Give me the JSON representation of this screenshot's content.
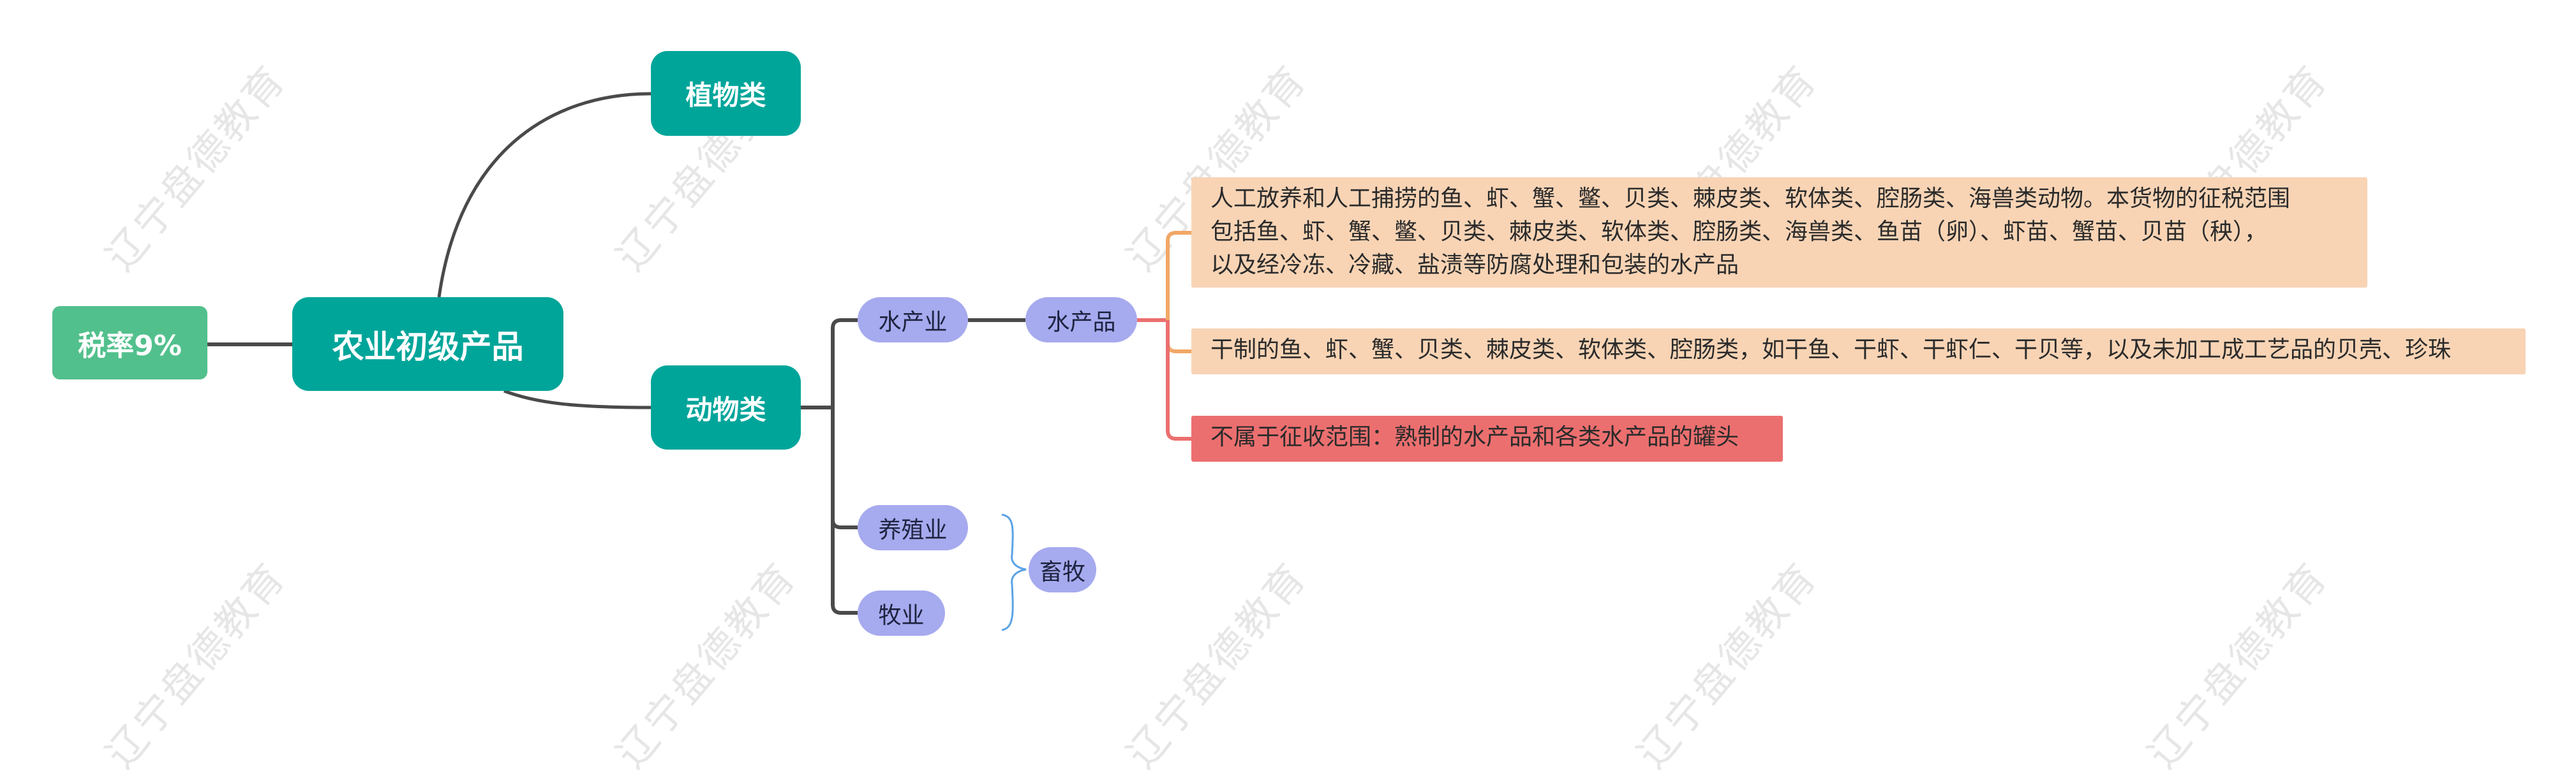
{
  "watermark": "辽宁盘德教育",
  "root": {
    "label": "农业初级产品"
  },
  "tax_rate": {
    "label": "税率9%"
  },
  "branches": {
    "plant": {
      "label": "植物类"
    },
    "animal": {
      "label": "动物类"
    }
  },
  "animal_children": {
    "aquaculture": {
      "label": "水产业"
    },
    "breeding": {
      "label": "养殖业"
    },
    "herding": {
      "label": "牧业"
    }
  },
  "aquatic_product": {
    "label": "水产品"
  },
  "livestock_summary": {
    "label": "畜牧"
  },
  "details": [
    {
      "lines": [
        "人工放养和人工捕捞的鱼、虾、蟹、鳖、贝类、棘皮类、软体类、腔肠类、海兽类动物。本货物的征税范围",
        "包括鱼、虾、蟹、鳖、贝类、棘皮类、软体类、腔肠类、海兽类、鱼苗（卵）、虾苗、蟹苗、贝苗（秧），",
        "以及经冷冻、冷藏、盐渍等防腐处理和包装的水产品"
      ],
      "color": "#f8d4b5"
    },
    {
      "lines": [
        "干制的鱼、虾、蟹、贝类、棘皮类、软体类、腔肠类，如干鱼、干虾、干虾仁、干贝等，以及未加工成工艺品的贝壳、珍珠"
      ],
      "color": "#f8d4b5"
    },
    {
      "lines": [
        "不属于征收范围：熟制的水产品和各类水产品的罐头"
      ],
      "color": "#ec6f6f"
    }
  ],
  "colors": {
    "primary_node": "#00a59a",
    "tax_node": "#52c08c",
    "sub_node": "#a6aaee",
    "detail_peach": "#f8d4b5",
    "detail_red": "#ec6f6f",
    "connector_dark": "#4a4a4a",
    "connector_orange": "#f2a765",
    "connector_red": "#ec6f6f",
    "brace_blue": "#5aa3e6"
  }
}
